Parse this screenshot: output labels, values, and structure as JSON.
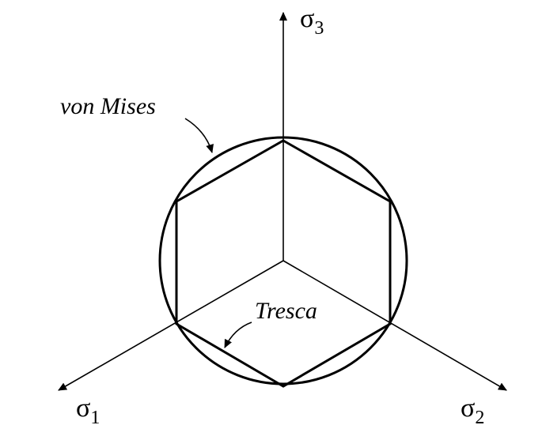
{
  "axes": [
    {
      "symbol": "σ",
      "subscript": "1"
    },
    {
      "symbol": "σ",
      "subscript": "2"
    },
    {
      "symbol": "σ",
      "subscript": "3"
    }
  ],
  "labels": {
    "von_mises": "von Mises",
    "tresca": "Tresca"
  },
  "colors": {
    "line": "#000000",
    "background": "#ffffff"
  }
}
